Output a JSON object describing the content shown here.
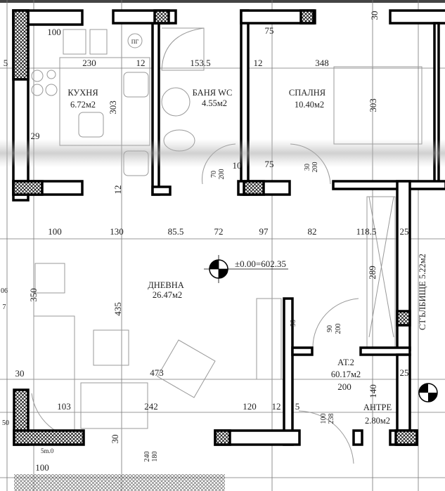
{
  "rooms": {
    "kitchen": {
      "name": "КУХНЯ",
      "area": "6.72м2"
    },
    "bath": {
      "name": "БАНЯ  WC",
      "area": "4.55м2"
    },
    "bedroom": {
      "name": "СПАЛНЯ",
      "area": "10.40м2"
    },
    "living": {
      "name": "ДНЕВНА",
      "area": "26.47м2"
    },
    "apartment": {
      "name": "АТ.2",
      "area": "60.17м2"
    },
    "entry": {
      "name": "АНТРЕ",
      "area": "2.80м2"
    },
    "stairs": {
      "name": "СТЪЛБИЩЕ 5.22м2"
    }
  },
  "elevation": "±0.00=602.35",
  "gas_symbol": "ПГ",
  "misc_label": "5m.0",
  "dimensions": {
    "top": [
      "100",
      "230",
      "12",
      "153.5",
      "75",
      "12",
      "348",
      "5",
      "29",
      "303",
      "303",
      "12",
      "30"
    ],
    "doors_top": [
      "70",
      "200",
      "10",
      "75",
      "30",
      "200"
    ],
    "middle": [
      "100",
      "130",
      "85.5",
      "72",
      "97",
      "82",
      "118.5",
      "25"
    ],
    "living": [
      "350",
      "435",
      "289",
      "90",
      "90",
      "200",
      "473",
      "30",
      "200",
      "140",
      "25"
    ],
    "bottom": [
      "103",
      "242",
      "120",
      "12",
      "5",
      "100",
      "238",
      "30",
      "240",
      "180",
      "100"
    ],
    "edge": [
      "06",
      "7",
      "50"
    ]
  }
}
